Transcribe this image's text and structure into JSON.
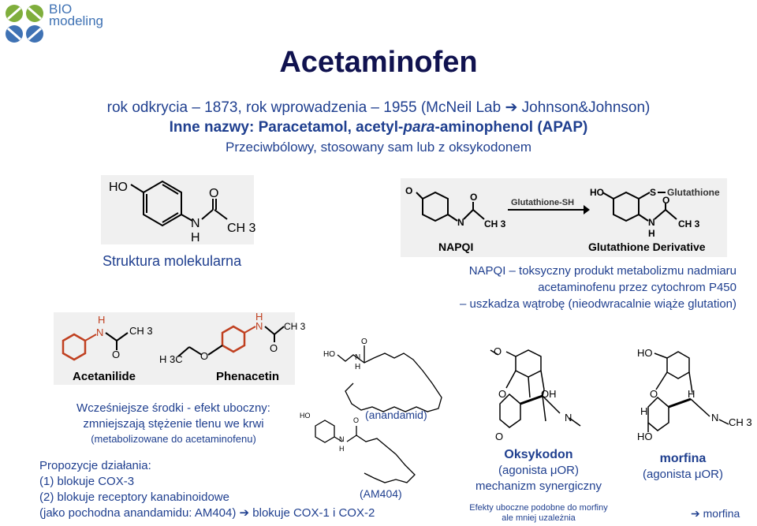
{
  "logo": {
    "line1": "BIO",
    "line2": "modeling"
  },
  "title": "Acetaminofen",
  "line1": "rok odkrycia – 1873, rok wprowadzenia – 1955 (McNeil Lab",
  "line1_arrow": "➔",
  "line1_end": "Johnson&Johnson)",
  "line2_prefix": "Inne nazwy: Paracetamol, acetyl-",
  "line2_italic": "para",
  "line2_suffix": "-aminophenol (APAP)",
  "line3": "Przeciwbólowy, stosowany sam lub z oksykodonem",
  "struct_caption": "Struktura molekularna",
  "acetaminophen_labels": {
    "ho": "HO",
    "o": "O",
    "n": "N",
    "h": "H",
    "ch3": "CH 3"
  },
  "napqi_panel": {
    "o1": "O",
    "o2": "O",
    "n": "N",
    "ch3": "CH 3",
    "napqi": "NAPQI",
    "reagent": "Glutathione-SH",
    "ho": "HO",
    "s": "S",
    "glut": "Glutathione",
    "o3": "O",
    "n2": "N",
    "h2": "H",
    "ch3b": "CH 3",
    "product": "Glutathione Derivative"
  },
  "napqi_text": {
    "l1": "NAPQI – toksyczny produkt metabolizmu nadmiaru",
    "l2": "acetaminofenu przez cytochrom P450",
    "l3": "– uszkadza wątrobę (nieodwracalnie wiąże glutation)"
  },
  "older_panel": {
    "acet_label": "Acetanilide",
    "phen_label": "Phenacetin",
    "h": "H",
    "n": "N",
    "o": "O",
    "ch3": "CH 3",
    "h3c": "H 3C"
  },
  "earlier_text": {
    "l1": "Wcześniejsze środki - efekt uboczny:",
    "l2": "zmniejszają stężenie tlenu we krwi",
    "l3": "(metabolizowane do acetaminofenu)"
  },
  "anandamide": {
    "label": "(anandamid)",
    "ho": "HO",
    "o": "O",
    "n": "N",
    "h": "H"
  },
  "am404": {
    "label": "(AM404)",
    "ho": "HO",
    "o": "O",
    "n": "N",
    "h": "H"
  },
  "mechanism": {
    "head": "Propozycje działania:",
    "item1": "(1)  blokuje COX-3",
    "item2": "(2)  blokuje receptory kanabinoidowe",
    "item3": "(jako pochodna anandamidu: AM404)",
    "arrow": "➔",
    "item3_end": "blokuje COX-1 i COX-2"
  },
  "oxycodone": {
    "o_top": "O",
    "o1": "O",
    "oh": "OH",
    "n": "N",
    "o2": "O",
    "name": "Oksykodon",
    "line2": "(agonista μOR)",
    "line3": "mechanizm synergiczny",
    "note1": "Efekty uboczne podobne do morfiny",
    "note2": "ale mniej uzależnia"
  },
  "morphine": {
    "ho": "HO",
    "o": "O",
    "h": "H",
    "h2": "H",
    "n": "N",
    "ch3": "CH 3",
    "ho2": "HO",
    "name": "morfina",
    "line2": "(agonista μOR)",
    "link_arrow": "➔",
    "link": "morfina"
  }
}
